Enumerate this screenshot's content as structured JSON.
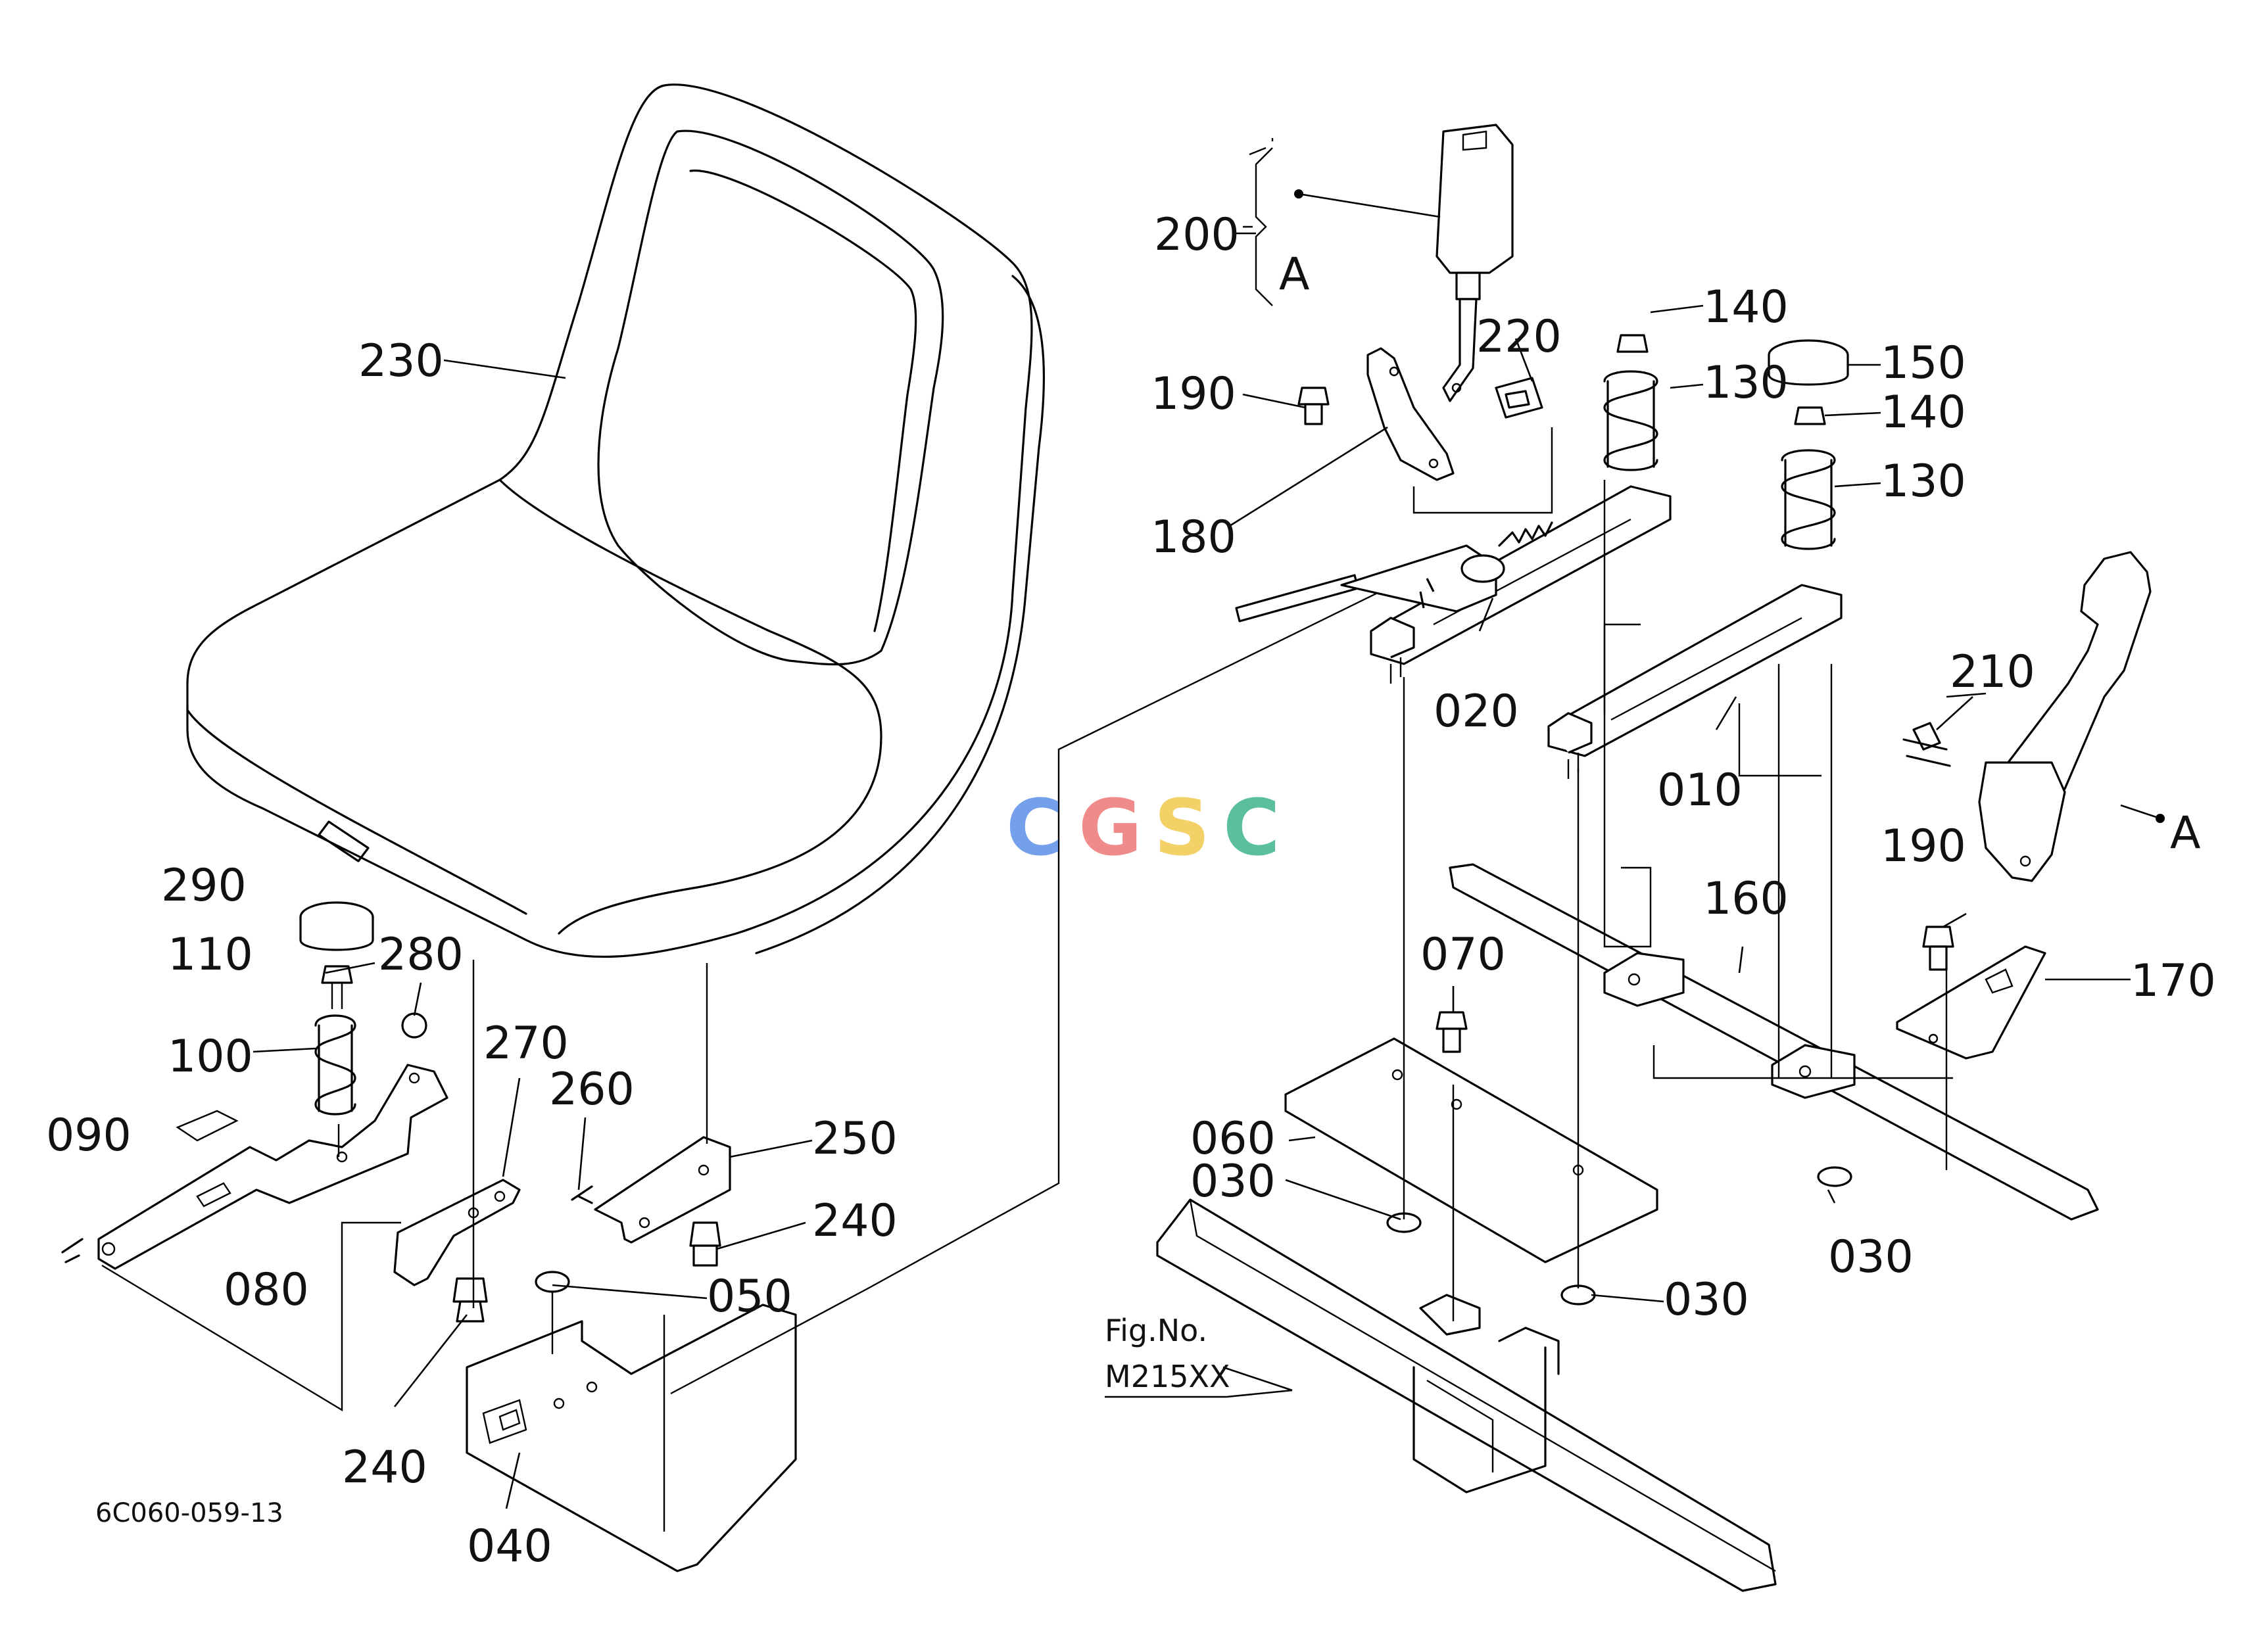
{
  "diagram": {
    "drawing_code": "6C060-059-13",
    "figure_ref": {
      "label": "Fig.No.",
      "number": "M215XX"
    },
    "watermark": {
      "letters": [
        "C",
        "G",
        "S",
        "C"
      ],
      "colors": [
        "#5b8fe8",
        "#ee7777",
        "#f2c94c",
        "#3fb58a"
      ]
    },
    "group_marker": "A",
    "callouts": {
      "c230": "230",
      "c200": "200",
      "c220": "220",
      "c140a": "140",
      "c190a": "190",
      "c130a": "130",
      "c150": "150",
      "c140b": "140",
      "c130b": "130",
      "c180": "180",
      "c020": "020",
      "c210": "210",
      "c010": "010",
      "c190b": "190",
      "c290": "290",
      "c160": "160",
      "c110": "110",
      "c280": "280",
      "c070": "070",
      "c170": "170",
      "c270": "270",
      "c100": "100",
      "c260": "260",
      "c060": "060",
      "c250": "250",
      "c090": "090",
      "c030a": "030",
      "c240a": "240",
      "c030b": "030",
      "c080": "080",
      "c050": "050",
      "c030c": "030",
      "c240b": "240",
      "c040": "040"
    }
  }
}
